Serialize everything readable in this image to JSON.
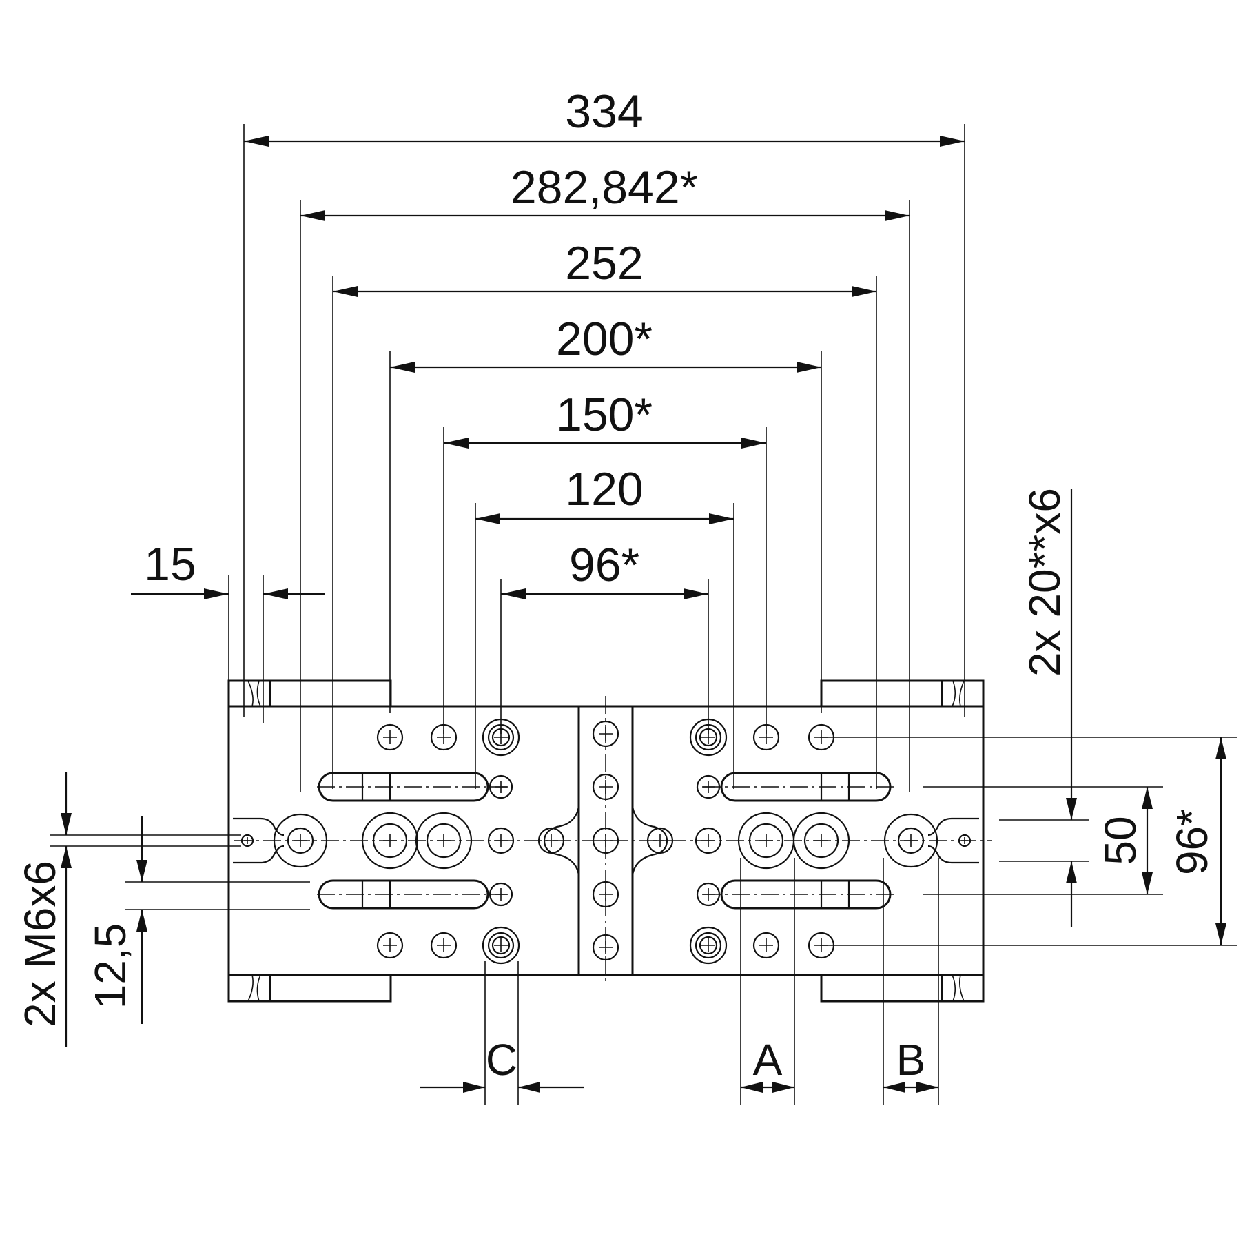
{
  "dimensions": {
    "horizontal": [
      {
        "label": "334"
      },
      {
        "label": "282,842*"
      },
      {
        "label": "252"
      },
      {
        "label": "200*"
      },
      {
        "label": "150*"
      },
      {
        "label": "120"
      },
      {
        "label": "96*"
      }
    ],
    "edge": "15",
    "thread_holes": "2x M6x6",
    "offset": "12,5",
    "pin_holes": "2x 20**x6",
    "slot_spacing": "50",
    "vertical_total": "96*"
  },
  "labels": {
    "c": "C",
    "a": "A",
    "b": "B"
  }
}
